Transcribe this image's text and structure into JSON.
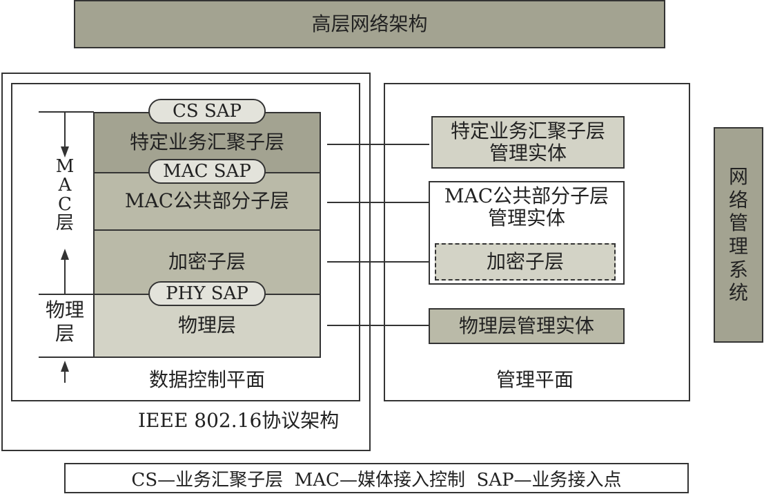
{
  "top_bar": "高层网络架构",
  "outer_label": "IEEE 802.16协议架构",
  "data_plane": {
    "label": "数据控制平面",
    "layers": {
      "cs": "特定业务汇聚子层",
      "mac_cps": "MAC公共部分子层",
      "security": "加密子层",
      "phy": "物理层"
    },
    "saps": {
      "cs": "CS SAP",
      "mac": "MAC SAP",
      "phy": "PHY SAP"
    },
    "side_labels": {
      "mac": [
        "M",
        "A",
        "C",
        "层"
      ],
      "phy": [
        "物理",
        "层"
      ]
    }
  },
  "management_plane": {
    "label": "管理平面",
    "cs_entity": [
      "特定业务汇聚子层",
      "管理实体"
    ],
    "mac_entity": [
      "MAC公共部分子层",
      "管理实体"
    ],
    "security_entity": "加密子层",
    "phy_entity": "物理层管理实体"
  },
  "nms": [
    "网",
    "络",
    "管",
    "理",
    "系",
    "统"
  ],
  "legend": "CS—业务汇聚子层  MAC—媒体接入控制  SAP—业务接入点",
  "colors": {
    "dark": "#a3a391",
    "mid": "#babaa8",
    "light": "#d3d3c6",
    "sap_fill": "#e3e3db",
    "stroke": "#333333"
  }
}
